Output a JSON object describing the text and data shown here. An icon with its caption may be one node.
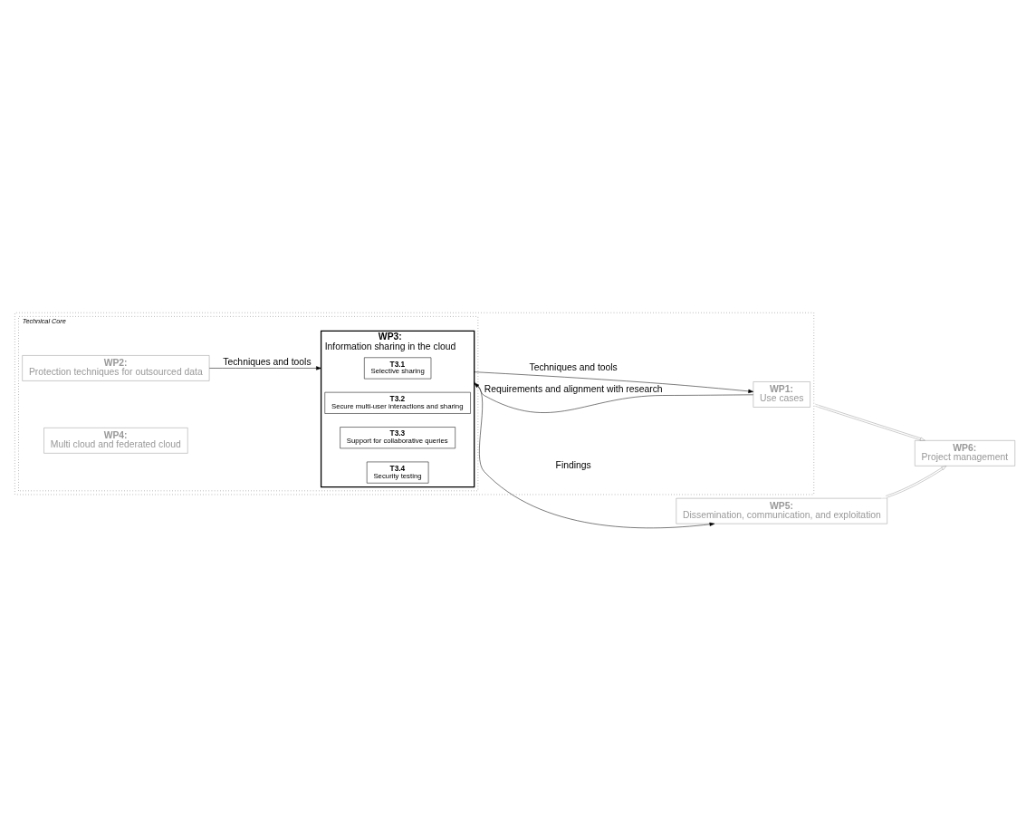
{
  "diagram": {
    "nodes": [
      {
        "text": [],
        "shape": "box"
      },
      {
        "text": [
          "WP1:",
          "Use cases"
        ],
        "in": 0
      },
      {
        "text": [
          "Technical Core"
        ],
        "in": 0
      },
      {
        "text": [
          "WP2:",
          "Protection techniques for outsourced data"
        ],
        "in": 2
      },
      {
        "text": [
          "WP3:",
          "Information sharing in the cloud"
        ],
        "in": 2
      },
      {
        "text": [
          "T3.1",
          "Selective sharing"
        ],
        "in": 4
      },
      {
        "text": [
          "T3.2",
          "Secure multi-user interactions and sharing"
        ],
        "in": 4
      },
      {
        "text": [
          "T3.3",
          "Support for collaborative queries"
        ],
        "in": 4
      },
      {
        "text": [
          "T3.4",
          "Security testing"
        ],
        "in": 4
      },
      {
        "text": [
          "WP4:",
          "Multi cloud and federated cloud"
        ],
        "in": 2
      },
      {
        "text": [
          "WP5:",
          "Dissemination, communication, and exploitation"
        ]
      },
      {
        "text": [
          "WP6:",
          "Project management"
        ]
      }
    ],
    "edges": [
      {
        "from": 3,
        "to": 4,
        "arrow": "to",
        "label": "Techniques and tools"
      },
      {
        "from": 1,
        "to": 4,
        "arrow": "to",
        "label": "Requirements and alignment with research"
      },
      {
        "from": 4,
        "to": 1,
        "arrow": "to",
        "label": "Techniques and tools"
      },
      {
        "from": 4,
        "to": 10,
        "arrow": "to",
        "label": "Findings"
      },
      {
        "from": 0,
        "to": 11,
        "arrow": "both",
        "color": "#999999"
      },
      {
        "from": 10,
        "to": 11,
        "arrow": "both",
        "color": "#999999"
      }
    ]
  }
}
